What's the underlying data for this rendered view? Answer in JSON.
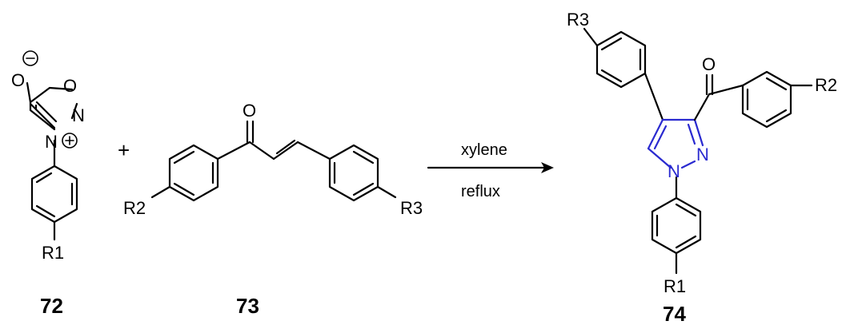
{
  "compounds": {
    "c72": {
      "number": "72",
      "atoms": {
        "o_minus": "O",
        "o_ring": "O",
        "n_ring": "N",
        "n_plus": "N",
        "r1": "R1"
      }
    },
    "c73": {
      "number": "73",
      "atoms": {
        "o": "O",
        "r2": "R2",
        "r3": "R3"
      }
    },
    "c74": {
      "number": "74",
      "atoms": {
        "o": "O",
        "n2": "N",
        "n1": "N",
        "r3": "R3",
        "r2": "R2",
        "r1": "R1"
      }
    }
  },
  "plus": "+",
  "reaction": {
    "reagent": "xylene",
    "condition": "reflux"
  },
  "colors": {
    "bond": "#000000",
    "pyrazole": "#2a2ad0"
  }
}
